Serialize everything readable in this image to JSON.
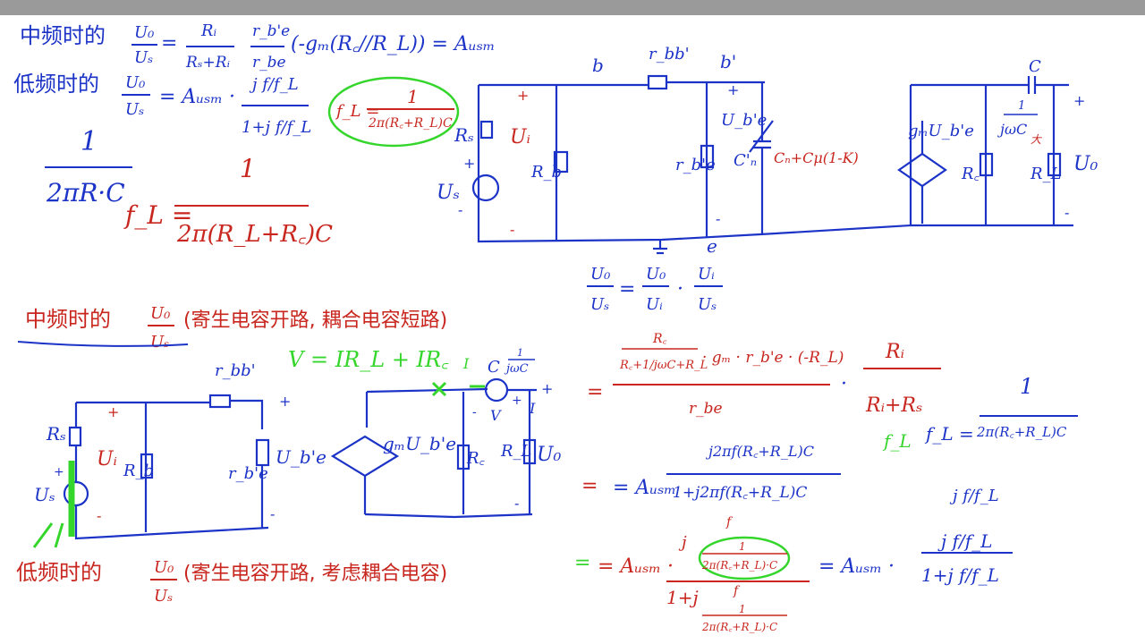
{
  "colors": {
    "blue": "#1c33c8",
    "red": "#c8261e",
    "green": "#35d62c",
    "black": "#1a1a1a",
    "topbar": "#9a9a9a"
  },
  "top": {
    "mid_title": "中频时的",
    "mid_ratio_num": "U₀",
    "mid_ratio_den": "Uₛ",
    "mid_eq_a_num": "Rᵢ",
    "mid_eq_a_den": "Rₛ+Rᵢ",
    "mid_eq_b_num": "r_b'e",
    "mid_eq_b_den": "r_be",
    "mid_eq_c": "(-gₘ(R꜀//R_L)) = Aᵤₛₘ",
    "low_title": "低频时的",
    "low_ratio_num": "U₀",
    "low_ratio_den": "Uₛ",
    "low_eq_a": "= Aᵤₛₘ ·",
    "low_eq_num": "j f/f_L",
    "low_eq_den": "1+j f/f_L",
    "fl_boxed_lhs": "f_L =",
    "fl_boxed_num": "1",
    "fl_boxed_den": "2π(R꜀+R_L)C",
    "left_frac_num": "1",
    "left_frac_den": "2πR·C",
    "fl2_lhs": "f_L =",
    "fl2_num": "1",
    "fl2_den": "2π(R_L+R꜀)C"
  },
  "circuit1": {
    "node_b": "b",
    "node_bp": "b'",
    "node_c": "C",
    "node_e": "e",
    "rbb": "r_bb'",
    "rs": "Rₛ",
    "us": "Uₛ",
    "ui": "Uᵢ",
    "rb": "R_b",
    "rbe": "r_b'e",
    "ube": "U_b'e",
    "cpi": "C'ₙ",
    "cmiller": "Cₙ+Cμ(1-K)",
    "gm": "gₘU_b'e",
    "jwc_num": "1",
    "jwc_den": "jωC",
    "big": "大",
    "rc": "R꜀",
    "rl": "R_L",
    "uo": "U₀",
    "plus": "+",
    "minus": "-"
  },
  "mid_formula": {
    "lhs_num": "U₀",
    "lhs_den": "Uₛ",
    "r1_num": "U₀",
    "r1_den": "Uᵢ",
    "r2_num": "Uᵢ",
    "r2_den": "Uₛ"
  },
  "section2": {
    "title": "中频时的",
    "ratio_num": "U₀",
    "ratio_den": "Uₛ",
    "note": "(寄生电容开路, 耦合电容短路)",
    "green_eq": "V = IR_L + IR꜀"
  },
  "circuit2": {
    "rbb": "r_bb'",
    "rs": "Rₛ",
    "us": "Uₛ",
    "ui": "Uᵢ",
    "rb": "R_b",
    "rbe": "r_b'e",
    "ube": "U_b'e",
    "gm": "gₘU_b'e",
    "rc": "R꜀",
    "rl": "R_L",
    "uo": "U₀",
    "c": "C",
    "jwc_num": "1",
    "jwc_den": "jωC",
    "i_label": "I",
    "v_label": "V",
    "plus": "+",
    "minus": "-"
  },
  "right_formulas": {
    "f1_num_a": "R꜀",
    "f1_num_b": "R꜀+1/jωC+R_L",
    "f1_num_c": "· gₘ · r_b'e · (-R_L)",
    "f1_den": "r_be",
    "f1_dot": "·",
    "f1_r_num": "Rᵢ",
    "f1_r_den": "Rᵢ+Rₛ",
    "f2_lhs": "= Aᵤₛₘ",
    "f2_num": "j2πf(R꜀+R_L)C",
    "f2_den": "1+j2πf(R꜀+R_L)C",
    "f3_lhs": "=",
    "f3_num": "j f/f_L",
    "fl3_green": "f_L",
    "fl3_lhs": "f_L =",
    "fl3_num": "1",
    "fl3_den": "2π(R꜀+R_L)C"
  },
  "section3": {
    "title": "低频时的",
    "ratio_num": "U₀",
    "ratio_den": "Uₛ",
    "note": "(寄生电容开路, 考虑耦合电容)",
    "eq_a": "= Aᵤₛₘ ·",
    "num_j": "j",
    "num_f": "f",
    "num_box": "1",
    "num_box_den": "2π(R꜀+R_L)·C",
    "den_pre": "1+j",
    "den_f": "f",
    "den_sub_num": "1",
    "den_sub_den": "2π(R꜀+R_L)·C",
    "eq_b": "= Aᵤₛₘ ·",
    "res_num": "j f/f_L",
    "res_den": "1+j f/f_L"
  }
}
